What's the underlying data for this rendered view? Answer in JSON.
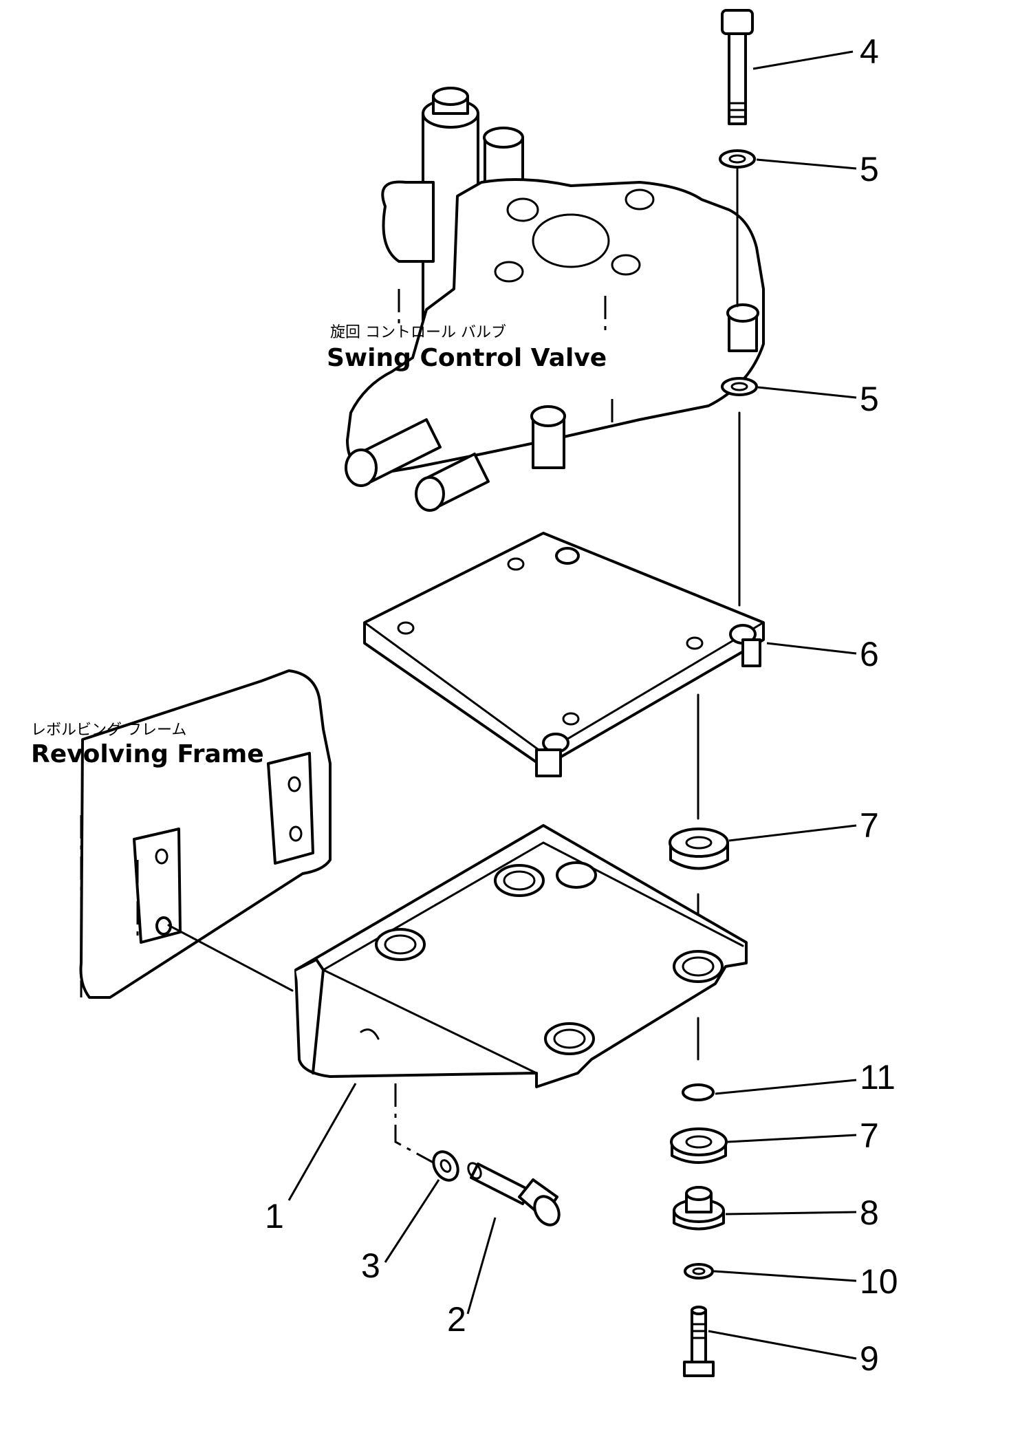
{
  "labels": {
    "valve_jp": "旋回 コントロール バルブ",
    "valve_en": "Swing Control Valve",
    "frame_jp": "レボルビング フレーム",
    "frame_en": "Revolving Frame"
  },
  "callouts": [
    "1",
    "2",
    "3",
    "4",
    "5",
    "5",
    "6",
    "7",
    "7",
    "8",
    "9",
    "10",
    "11"
  ]
}
